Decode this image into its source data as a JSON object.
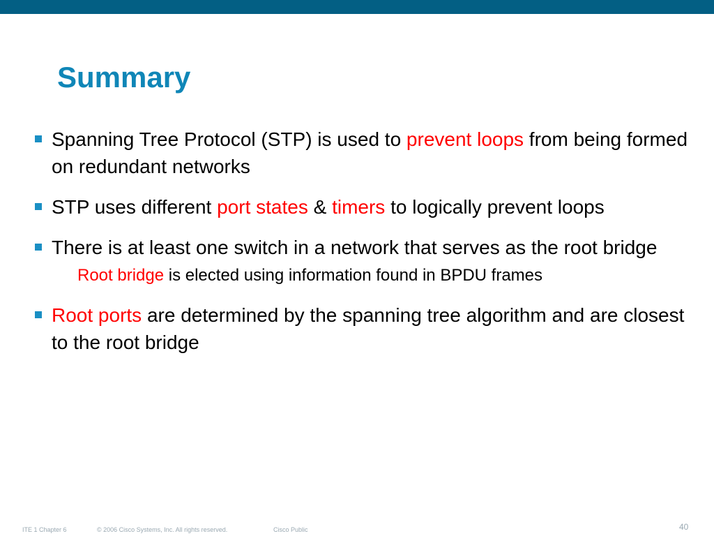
{
  "slide": {
    "title": "Summary",
    "bullets": [
      {
        "parts": [
          "Spanning Tree Protocol (STP) is used to ",
          "prevent loops",
          " from being formed  on redundant networks"
        ]
      },
      {
        "parts": [
          "STP uses different ",
          "port states",
          " & ",
          "timers",
          " to logically prevent loops"
        ]
      },
      {
        "parts": [
          "There is at least one switch in a network that serves as the root bridge"
        ],
        "sub": [
          "Root bridge",
          " is elected using information found in BPDU frames"
        ]
      },
      {
        "parts": [
          "Root ports",
          " are determined by the spanning tree algorithm and are closest to the root bridge"
        ]
      }
    ]
  },
  "footer": {
    "chapter": "ITE 1 Chapter 6",
    "copyright": "© 2006 Cisco Systems, Inc. All rights reserved.",
    "classification": "Cisco Public",
    "page_number": "40"
  },
  "colors": {
    "title": "#0f86b7",
    "top_bar": "#035f84",
    "highlight": "#ff0000",
    "bullet_marker": "#1a8fc4",
    "footer_text": "#9aa9b2"
  }
}
